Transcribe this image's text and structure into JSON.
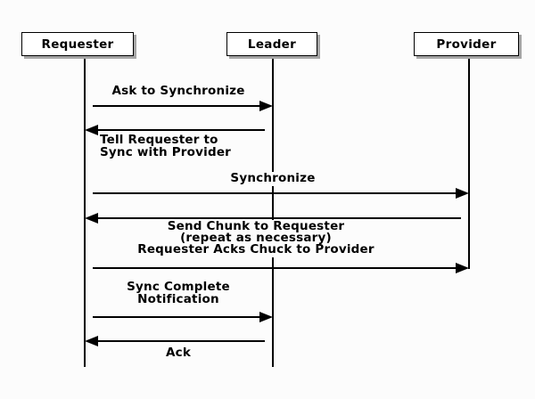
{
  "diagram": {
    "type": "sequence-diagram",
    "actors": [
      {
        "name": "Requester"
      },
      {
        "name": "Leader"
      },
      {
        "name": "Provider"
      }
    ],
    "messages": [
      {
        "from": "Requester",
        "to": "Leader",
        "direction": "right",
        "label_lines": [
          "Ask to Synchronize"
        ]
      },
      {
        "from": "Leader",
        "to": "Requester",
        "direction": "left",
        "label_lines": [
          "Tell Requester to",
          "Sync with Provider"
        ]
      },
      {
        "from": "Requester",
        "to": "Provider",
        "direction": "right",
        "label_lines": [
          "Synchronize"
        ]
      },
      {
        "from": "Provider",
        "to": "Requester",
        "direction": "left",
        "label_lines": [
          "Send Chunk to Requester",
          "(repeat as necessary)",
          "Requester Acks Chuck to Provider"
        ]
      },
      {
        "from": "Requester",
        "to": "Provider",
        "direction": "right",
        "label_lines": []
      },
      {
        "from": "Requester",
        "to": "Leader",
        "direction": "right",
        "label_lines": [
          "Sync Complete",
          "Notification"
        ]
      },
      {
        "from": "Leader",
        "to": "Requester",
        "direction": "left",
        "label_lines": [
          "Ack"
        ]
      }
    ],
    "colors": {
      "line": "#000000",
      "text": "#000000",
      "box_fill": "#ffffff",
      "box_shadow": "#a6a6a6",
      "background": "#fcfcfc"
    }
  }
}
